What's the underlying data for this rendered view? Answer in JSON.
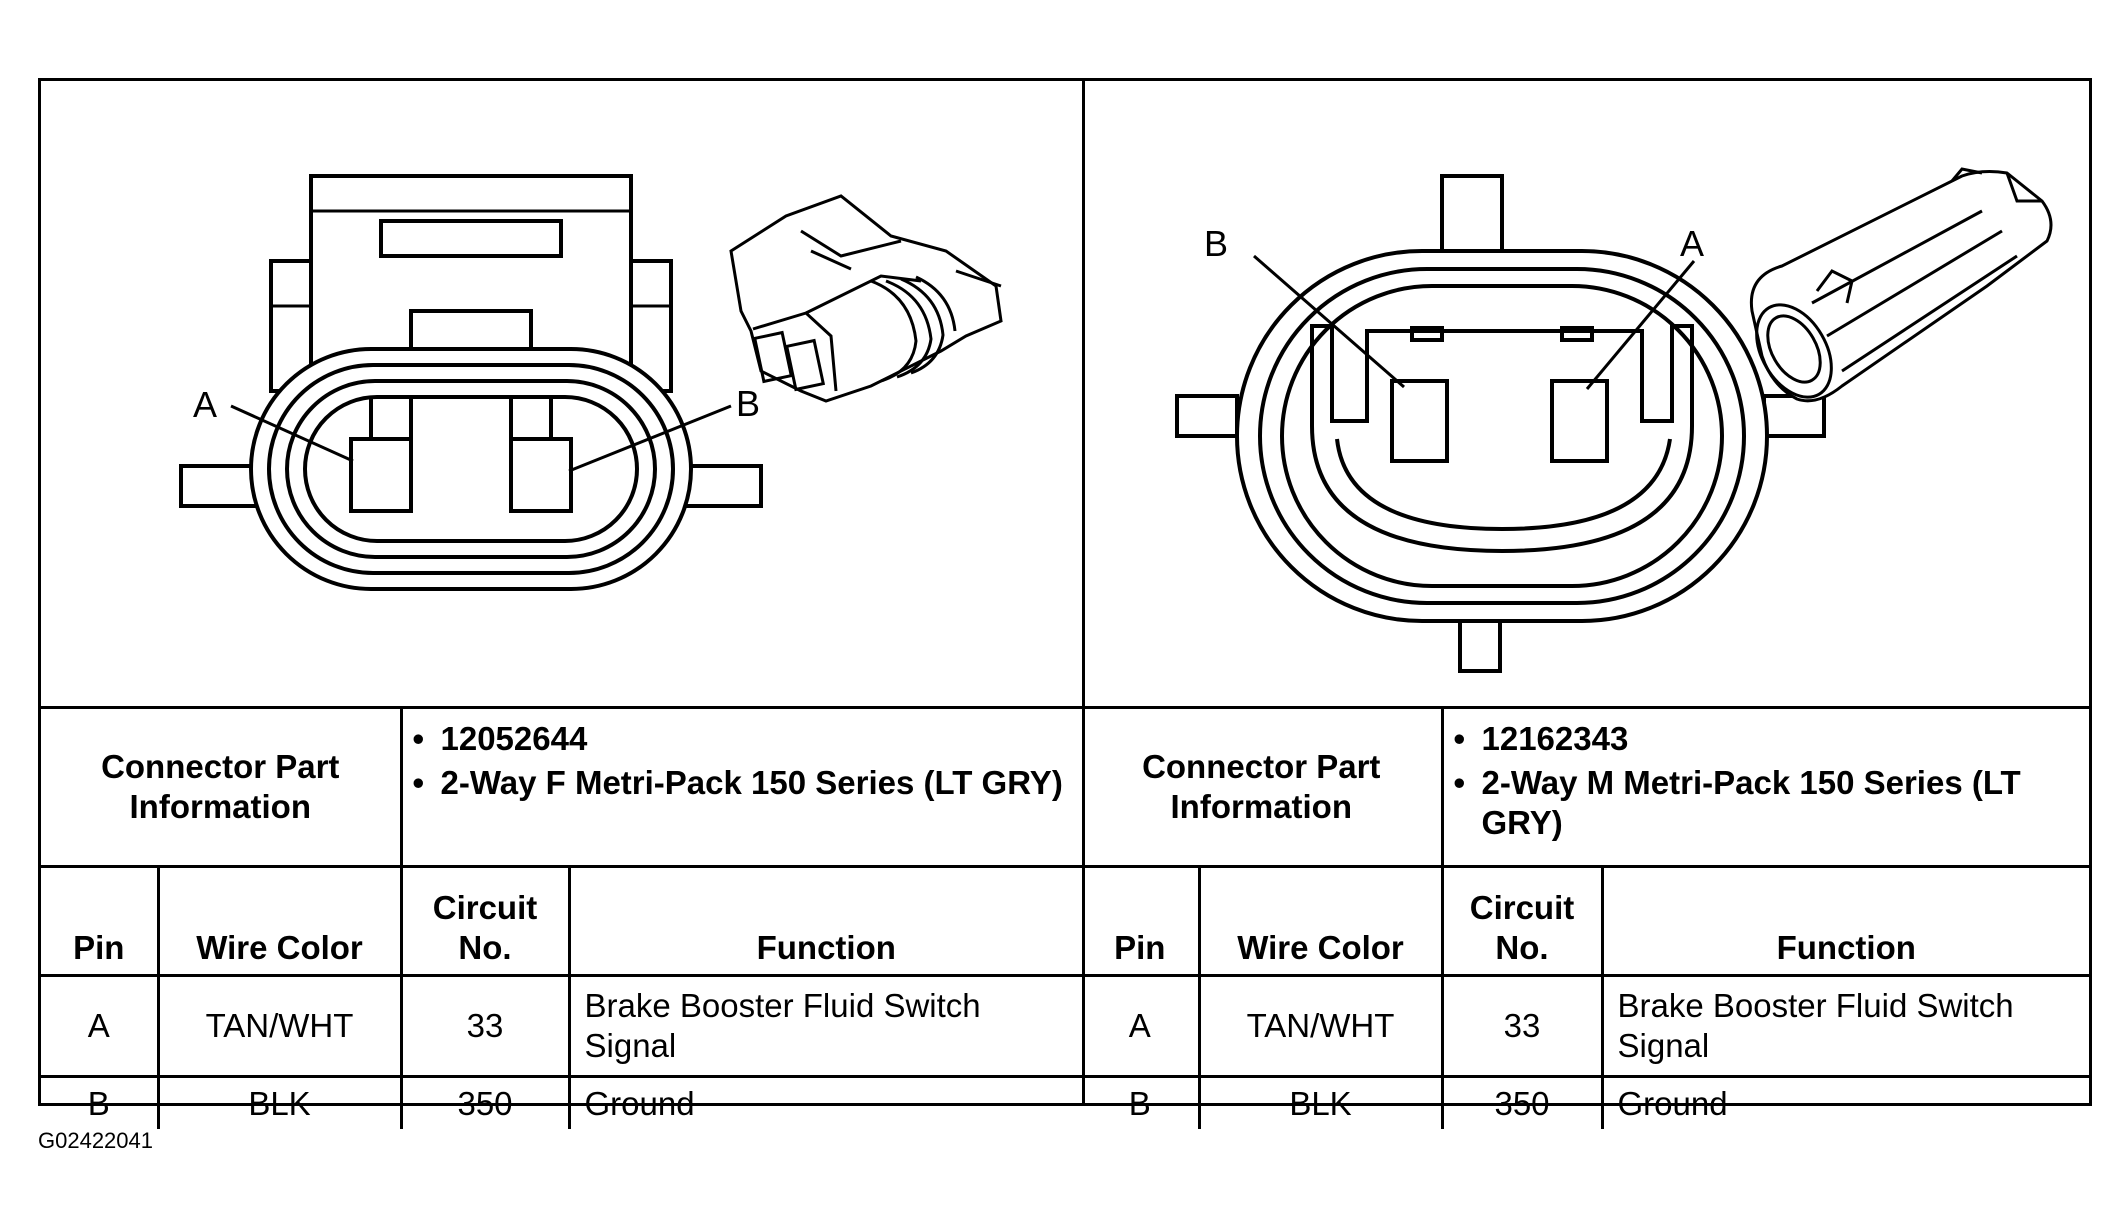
{
  "figure_id": "G02422041",
  "connectors": [
    {
      "side": "left",
      "callouts": {
        "a": "A",
        "b": "B"
      },
      "info_label": "Connector Part Information",
      "info_items": [
        "12052644",
        "2-Way F Metri-Pack 150 Series (LT GRY)"
      ],
      "headers": {
        "pin": "Pin",
        "wire_color": "Wire Color",
        "circuit": "Circuit No.",
        "function": "Function"
      },
      "rows": [
        {
          "pin": "A",
          "wire_color": "TAN/WHT",
          "circuit": "33",
          "function": "Brake Booster Fluid Switch Signal"
        },
        {
          "pin": "B",
          "wire_color": "BLK",
          "circuit": "350",
          "function": "Ground"
        }
      ]
    },
    {
      "side": "right",
      "callouts": {
        "a": "A",
        "b": "B"
      },
      "info_label": "Connector Part Information",
      "info_items": [
        "12162343",
        "2-Way M Metri-Pack 150 Series (LT GRY)"
      ],
      "headers": {
        "pin": "Pin",
        "wire_color": "Wire Color",
        "circuit": "Circuit No.",
        "function": "Function"
      },
      "rows": [
        {
          "pin": "A",
          "wire_color": "TAN/WHT",
          "circuit": "33",
          "function": "Brake Booster Fluid Switch Signal"
        },
        {
          "pin": "B",
          "wire_color": "BLK",
          "circuit": "350",
          "function": "Ground"
        }
      ]
    }
  ]
}
